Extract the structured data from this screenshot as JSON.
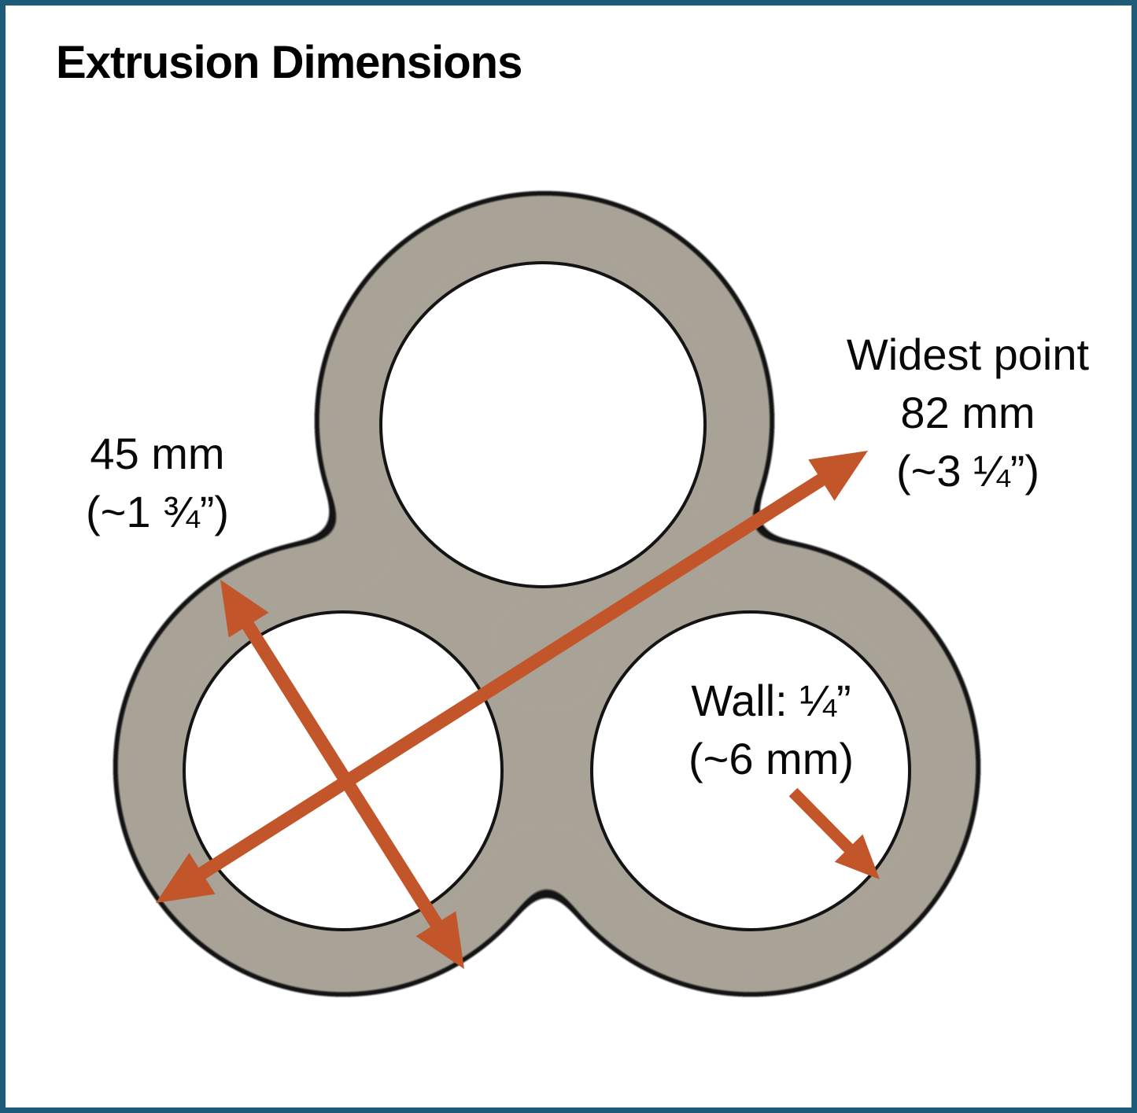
{
  "title": "Extrusion Dimensions",
  "frame": {
    "border_color": "#1d5b79",
    "background_color": "#ffffff"
  },
  "diagram": {
    "description": "Cross-section of a three-lobed extrusion profile with three circular bores",
    "body_color": "#a8a297",
    "outline_color": "#141414",
    "hole_color": "#ffffff",
    "arrow_color": "#c2562a",
    "annotations": [
      {
        "name": "lobe-diameter",
        "lines": [
          "45 mm",
          "(~1 ¾”)"
        ]
      },
      {
        "name": "widest-point",
        "lines": [
          "Widest point",
          "82 mm",
          "(~3 ¼”)"
        ]
      },
      {
        "name": "wall-thickness",
        "lines": [
          "Wall: ¼”",
          "(~6 mm)"
        ]
      }
    ]
  }
}
